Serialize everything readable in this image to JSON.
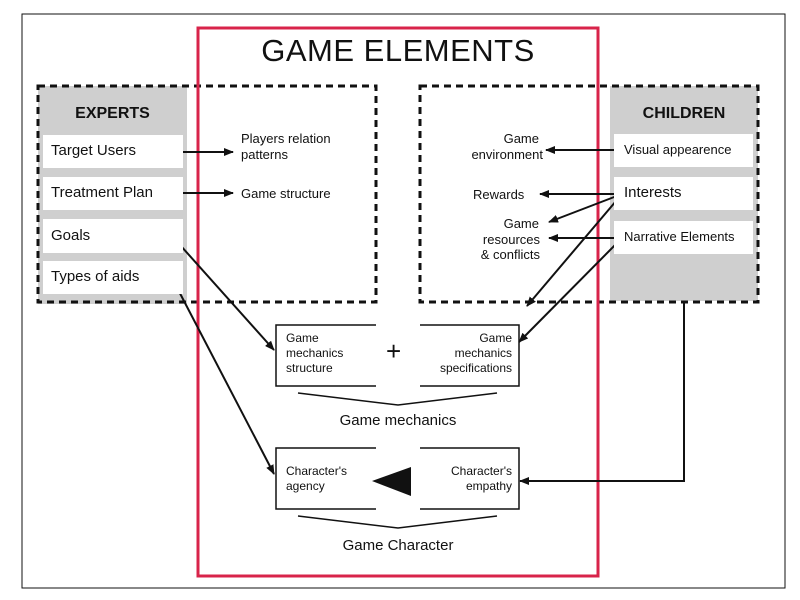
{
  "title": "GAME ELEMENTS",
  "experts": {
    "header": "EXPERTS",
    "items": [
      "Target Users",
      "Treatment Plan",
      "Goals",
      "Types of aids"
    ]
  },
  "children": {
    "header": "CHILDREN",
    "items": [
      "Visual appearence",
      "Interests",
      "Narrative Elements"
    ]
  },
  "left_targets": {
    "players": [
      "Players relation",
      "patterns"
    ],
    "structure": "Game structure"
  },
  "right_targets": {
    "environment": [
      "Game",
      "environment"
    ],
    "rewards": "Rewards",
    "resources": [
      "Game",
      "resources",
      "& conflicts"
    ]
  },
  "mechanics": {
    "left": [
      "Game",
      "mechanics",
      "structure"
    ],
    "plus": "+",
    "right": [
      "Game",
      "mechanics",
      "specifications"
    ],
    "caption": "Game mechanics"
  },
  "character": {
    "left": [
      "Character's",
      "agency"
    ],
    "right": [
      "Character's",
      "empathy"
    ],
    "caption": "Game Character"
  },
  "colors": {
    "frame_red": "#d8234a",
    "panel_gray": "#cfcfcf",
    "ink": "#111111"
  }
}
